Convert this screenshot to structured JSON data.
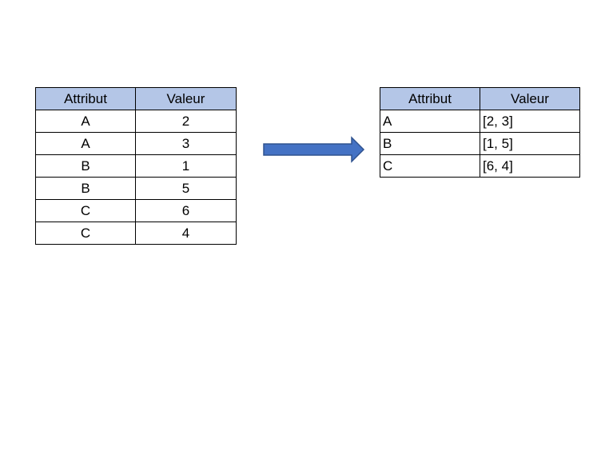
{
  "source_table": {
    "headers": [
      "Attribut",
      "Valeur"
    ],
    "rows": [
      [
        "A",
        "2"
      ],
      [
        "A",
        "3"
      ],
      [
        "B",
        "1"
      ],
      [
        "B",
        "5"
      ],
      [
        "C",
        "6"
      ],
      [
        "C",
        "4"
      ]
    ]
  },
  "result_table": {
    "headers": [
      "Attribut",
      "Valeur"
    ],
    "rows": [
      [
        "A",
        "[2, 3]"
      ],
      [
        "B",
        "[1, 5]"
      ],
      [
        "C",
        "[6, 4]"
      ]
    ]
  },
  "colors": {
    "header_fill": "#b4c6e7",
    "arrow_fill": "#4472c4",
    "arrow_stroke": "#2f528f"
  }
}
